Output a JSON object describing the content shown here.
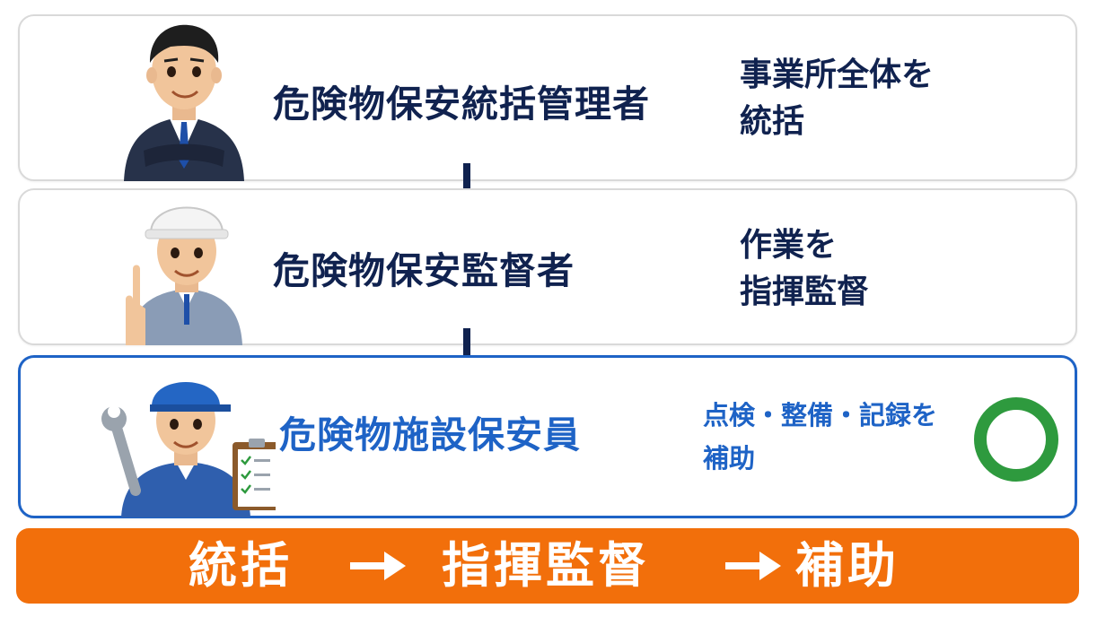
{
  "levels": [
    {
      "role": "危険物保安統括管理者",
      "duty_lines": [
        "事業所全体を",
        "統括"
      ],
      "avatar_icon": "manager-in-suit-icon"
    },
    {
      "role": "危険物保安監督者",
      "duty_lines": [
        "作業を",
        "指揮監督"
      ],
      "avatar_icon": "supervisor-hardhat-icon"
    },
    {
      "role": "危険物施設保安員",
      "duty_lines": [
        "点検・整備・記録を",
        "補助"
      ],
      "avatar_icon": "worker-with-wrench-clipboard-icon",
      "highlighted": true,
      "mark_icon": "green-circle-correct-icon"
    }
  ],
  "summary": {
    "words": [
      "統括",
      "指揮監督",
      "補助"
    ]
  },
  "colors": {
    "navy_text": "#10224f",
    "highlight_blue": "#1e63c6",
    "banner_orange": "#f26f0b",
    "mark_green": "#2e9a3e",
    "card_border": "#d9d9d9"
  }
}
